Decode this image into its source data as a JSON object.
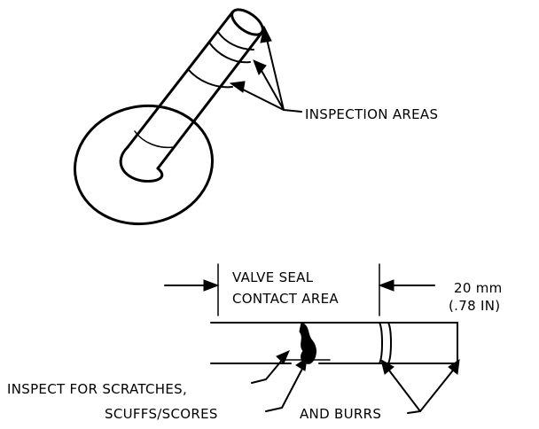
{
  "labels": {
    "inspection_areas": "INSPECTION AREAS",
    "valve_seal_line1": "VALVE SEAL",
    "valve_seal_line2": "CONTACT AREA",
    "dimension_mm": "20 mm",
    "dimension_in": "(.78 IN)",
    "inspect_line1": "INSPECT FOR SCRATCHES,",
    "inspect_line2": "SCUFFS/SCORES",
    "and_burrs": "AND BURRS"
  },
  "colors": {
    "ink": "#000000",
    "background": "#ffffff"
  }
}
